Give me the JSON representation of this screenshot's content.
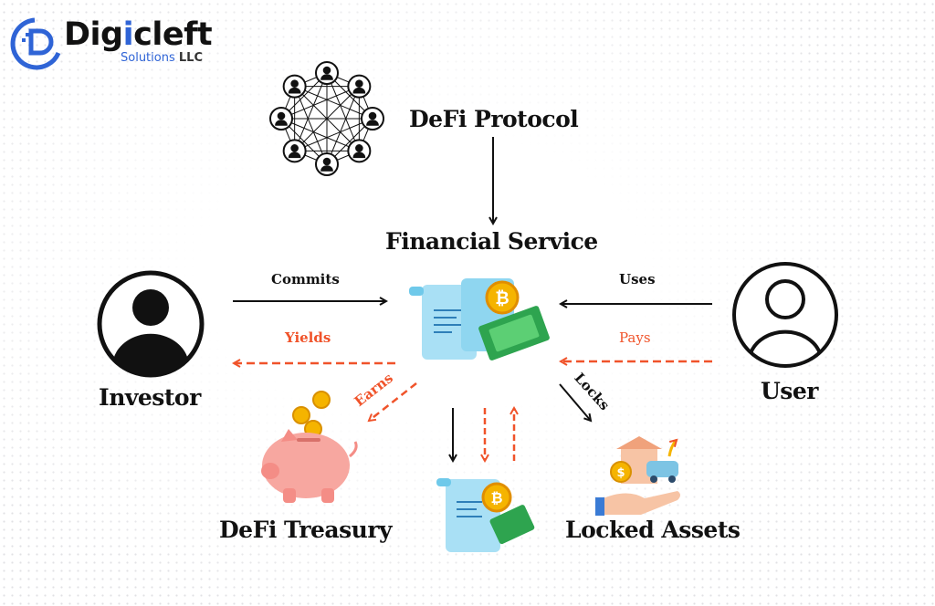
{
  "logo": {
    "name_part1": "Dig",
    "name_i": "i",
    "name_part2": "cleft",
    "sub_main": "Solutions",
    "sub_suffix": "LLC"
  },
  "nodes": {
    "protocol": "DeFi Protocol",
    "service": "Financial Service",
    "investor": "Investor",
    "user": "User",
    "treasury": "DeFi Treasury",
    "locked": "Locked Assets"
  },
  "edges": {
    "commits": "Commits",
    "yields": "Yields",
    "uses": "Uses",
    "pays": "Pays",
    "earns": "Earns",
    "locks": "Locks"
  },
  "colors": {
    "accent": "#f0532a",
    "brand": "#2f64d6",
    "ink": "#111111"
  }
}
